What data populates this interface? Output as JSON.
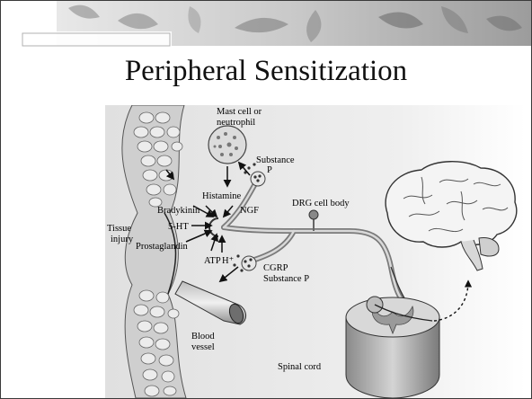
{
  "slide": {
    "title": "Peripheral Sensitization"
  },
  "diagram": {
    "labels": {
      "mast_cell": "Mast cell or",
      "mast_cell_2": "neutrophil",
      "substance_p_top": "Substance",
      "substance_p_top_2": "P",
      "histamine": "Histamine",
      "ngf": "NGF",
      "bradykinin": "Bradykinin",
      "five_ht": "5-HT",
      "prostaglandin": "Prostaglandin",
      "atp": "ATP",
      "h_plus": "H⁺",
      "tissue_injury": "Tissue",
      "tissue_injury_2": "injury",
      "drg_cell_body": "DRG cell body",
      "cgrp": "CGRP",
      "substance_p_bottom": "Substance P",
      "blood_vessel": "Blood",
      "blood_vessel_2": "vessel",
      "spinal_cord": "Spinal cord"
    }
  }
}
